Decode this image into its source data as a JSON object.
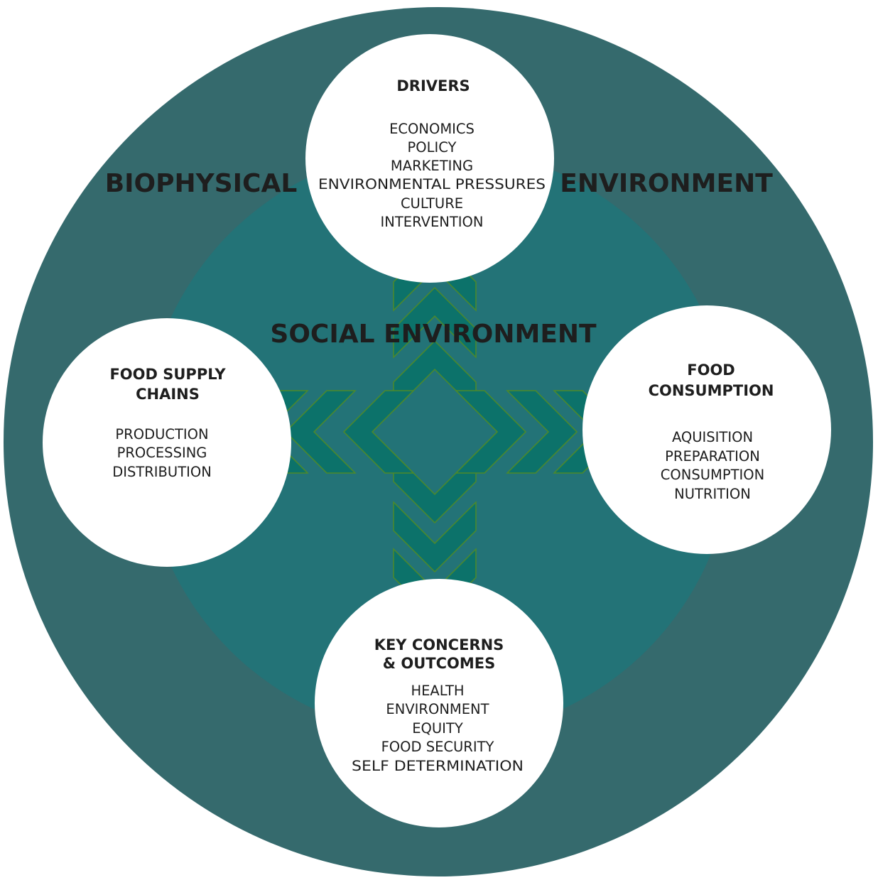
{
  "colors": {
    "outer_ring": "#356a6d",
    "inner_circle": "#237377",
    "node_fill": "#ffffff",
    "chevron_fill": "#0c726a",
    "chevron_stroke": "#4d8a2a",
    "text": "#1e1e1e"
  },
  "zones": {
    "biophysical": "BIOPHYSICAL",
    "environment": "ENVIRONMENT",
    "social": "SOCIAL ENVIRONMENT"
  },
  "nodes": {
    "drivers": {
      "title": [
        "DRIVERS"
      ],
      "items": [
        "ECONOMICS",
        "POLICY",
        "MARKETING",
        "ENVIRONMENTAL PRESSURES",
        "CULTURE",
        "INTERVENTION"
      ]
    },
    "food_supply_chains": {
      "title": [
        "FOOD SUPPLY",
        "CHAINS"
      ],
      "items": [
        "PRODUCTION",
        "PROCESSING",
        "DISTRIBUTION"
      ]
    },
    "food_consumption": {
      "title": [
        "FOOD",
        "CONSUMPTION"
      ],
      "items": [
        "AQUISITION",
        "PREPARATION",
        "CONSUMPTION",
        "NUTRITION"
      ]
    },
    "key_concerns": {
      "title": [
        "KEY CONCERNS",
        "& OUTCOMES"
      ],
      "items": [
        "HEALTH",
        "ENVIRONMENT",
        "EQUITY",
        "FOOD SECURITY",
        "SELF DETERMINATION"
      ]
    }
  }
}
